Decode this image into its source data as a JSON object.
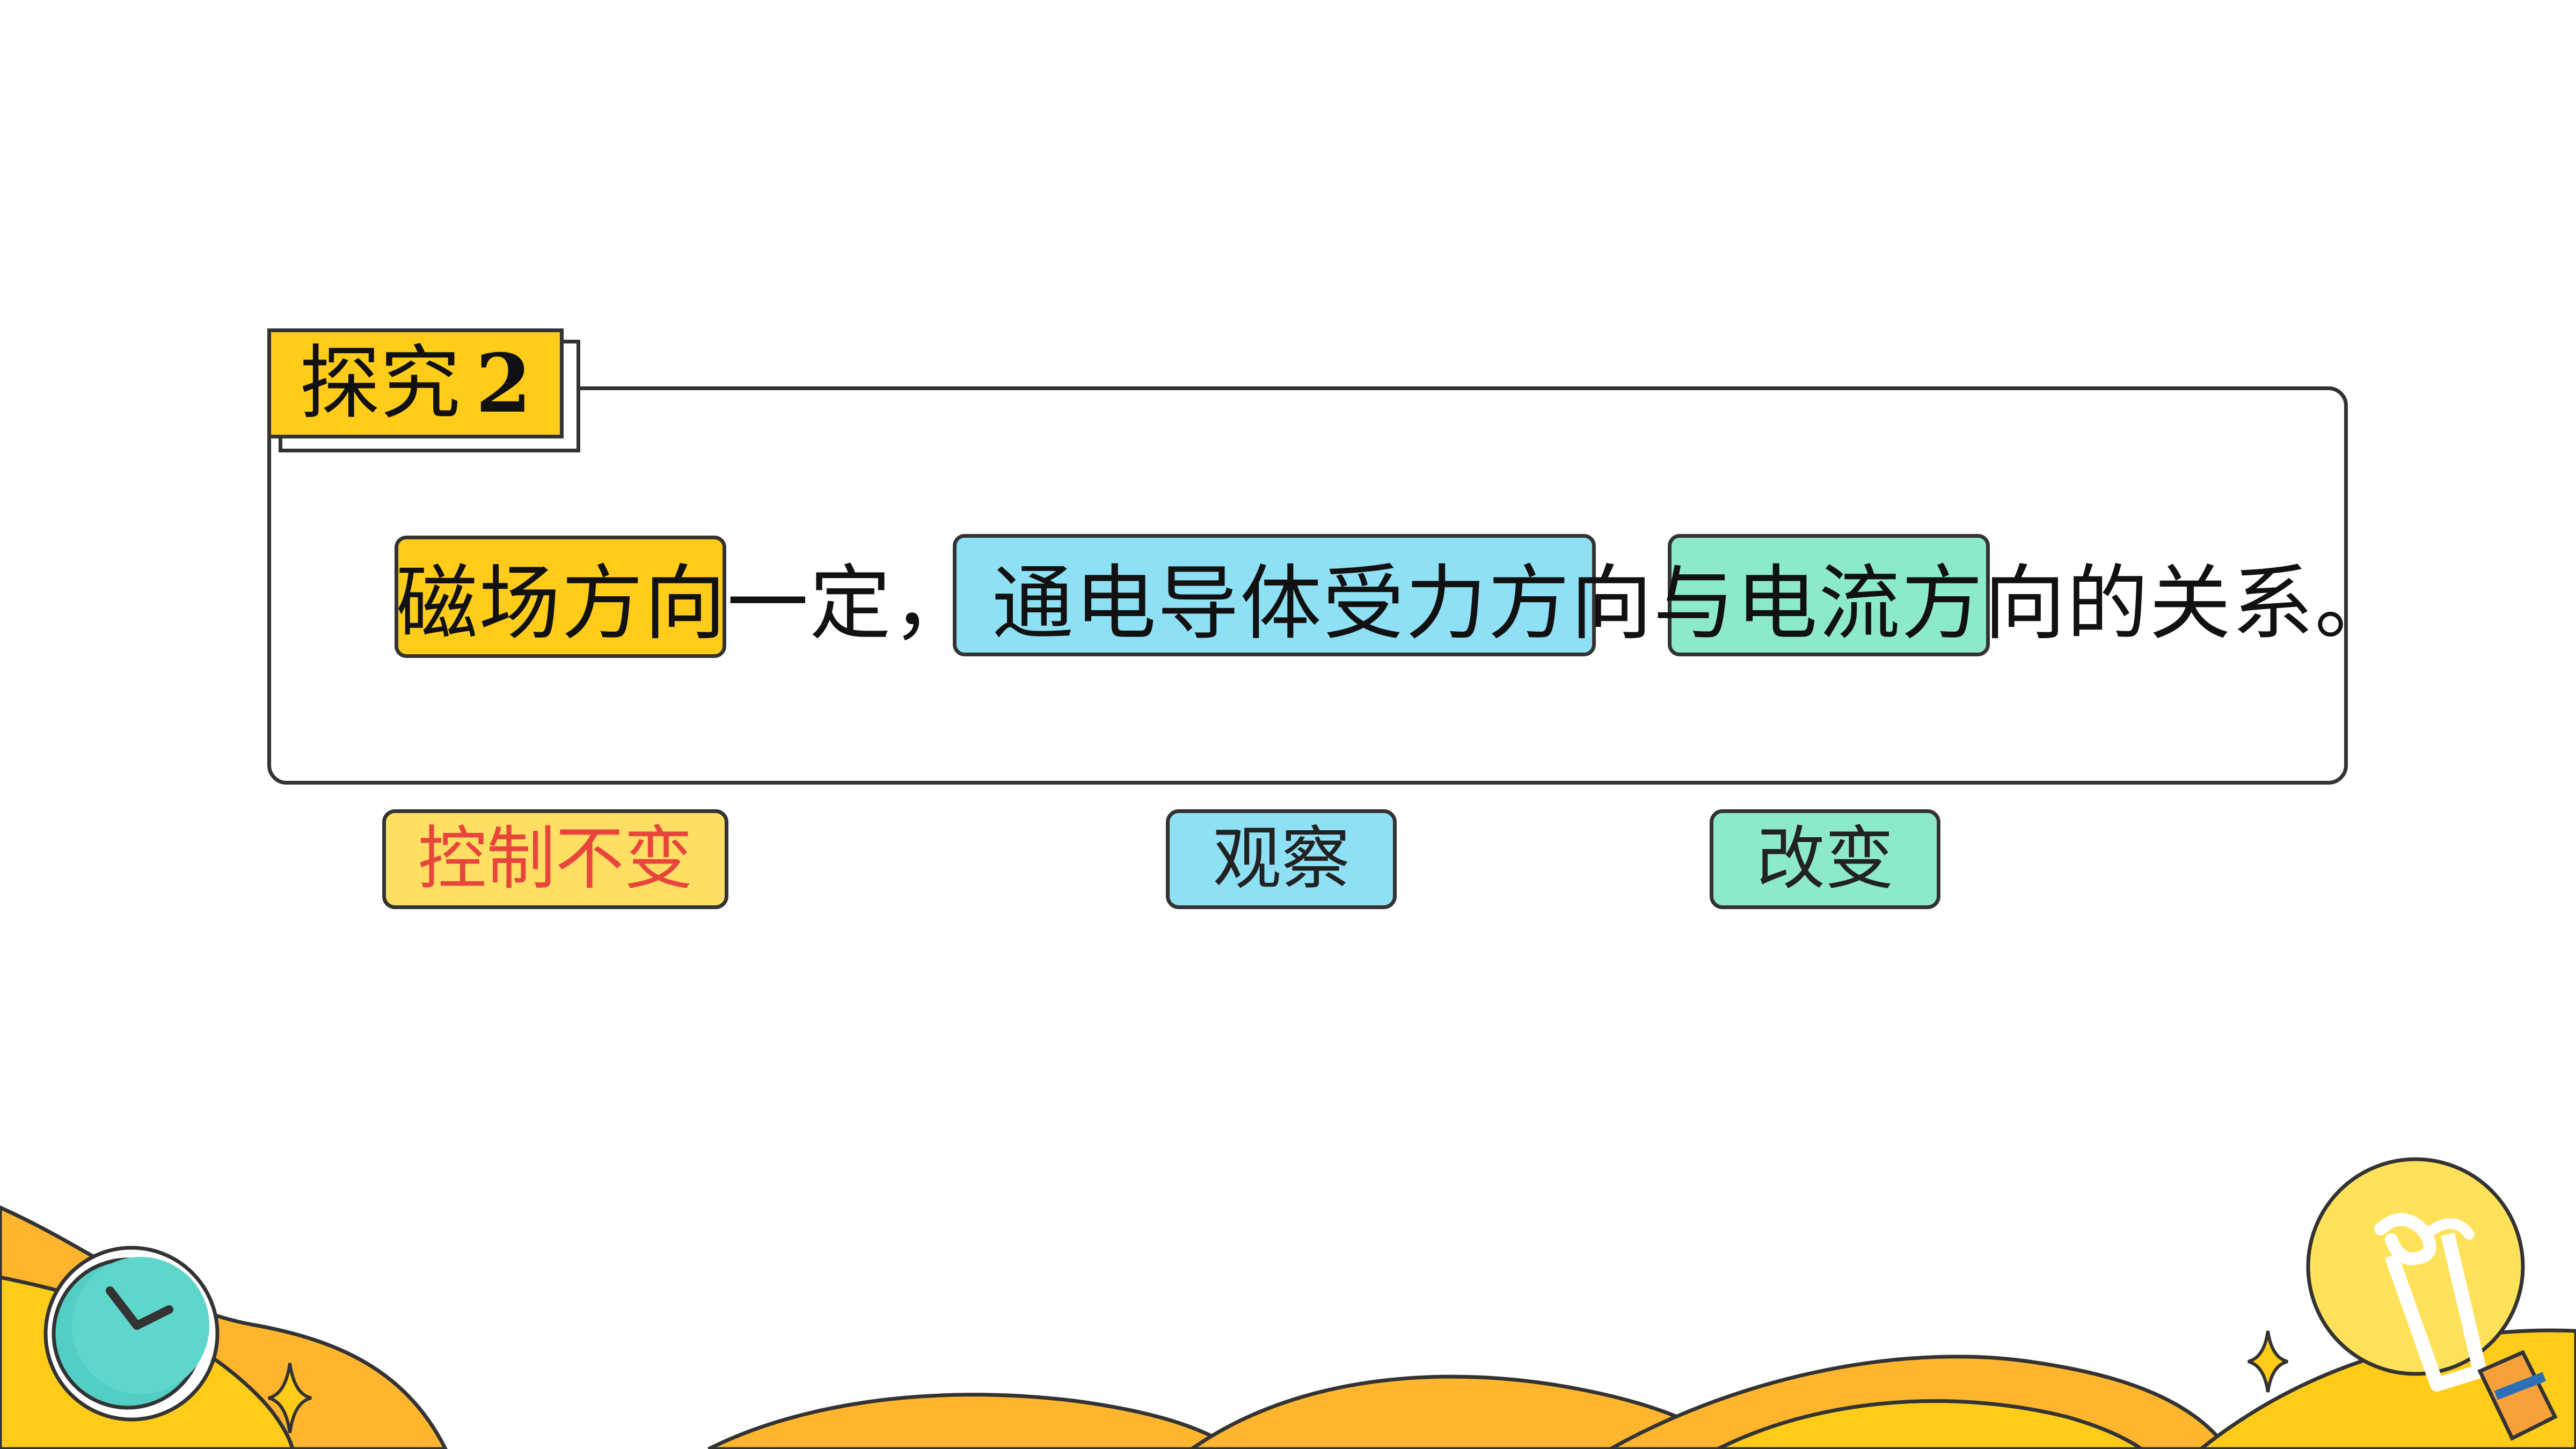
{
  "badge": {
    "label": "探究",
    "number": "2"
  },
  "sentence": {
    "part_magnetic": "磁场方向",
    "part_fixed": "一定，",
    "part_force": "通电导体受力方向",
    "part_and": "与",
    "part_current": "电流方向",
    "part_end": "的关系。"
  },
  "labels": {
    "control": "控制不变",
    "observe": "观察",
    "change": "改变"
  },
  "colors": {
    "yellow": "#FFCC1A",
    "blue": "#8EE0F5",
    "green": "#8DEAC9",
    "chip_yellow": "#FFDE64",
    "red_text": "#E8453C",
    "orange": "#FFB62E"
  },
  "icons": [
    "clock-icon",
    "light-bulb-icon",
    "sparkle-icon"
  ]
}
